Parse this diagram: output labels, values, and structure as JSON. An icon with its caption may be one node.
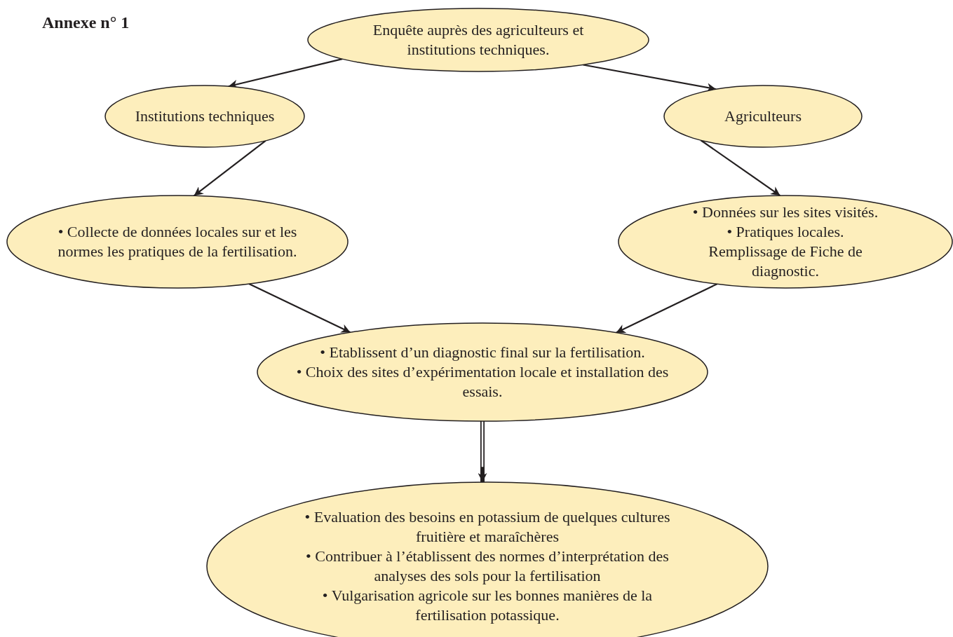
{
  "diagram": {
    "title": "Annexe n° 1",
    "nodes": [
      {
        "text": [
          "Enquête auprès des agriculteurs et institutions techniques."
        ]
      },
      {
        "text": [
          "Institutions techniques"
        ]
      },
      {
        "text": [
          "Agriculteurs"
        ]
      },
      {
        "text": [
          "• Collecte de données locales sur et les normes les pratiques de la fertilisation."
        ]
      },
      {
        "text": [
          "• Données sur les sites visités.",
          "• Pratiques locales.",
          "Remplissage de Fiche de diagnostic."
        ]
      },
      {
        "text": [
          "• Etablissent d’un diagnostic final sur la fertilisation.",
          "• Choix des sites d’expérimentation locale et installation des essais."
        ]
      },
      {
        "text": [
          "• Evaluation des besoins en potassium de quelques cultures fruitière et maraîchères",
          "• Contribuer à l’établissent des normes d’interprétation des analyses des sols pour la fertilisation",
          "• Vulgarisation agricole sur les bonnes manières de la fertilisation potassique."
        ]
      }
    ],
    "edges": [
      {
        "from": 0,
        "to": 1,
        "arrow": "to"
      },
      {
        "from": 0,
        "to": 2,
        "arrow": "to"
      },
      {
        "from": 1,
        "to": 3,
        "arrow": "to"
      },
      {
        "from": 2,
        "to": 4,
        "arrow": "to"
      },
      {
        "from": 3,
        "to": 5,
        "arrow": "to"
      },
      {
        "from": 4,
        "to": 5,
        "arrow": "to"
      },
      {
        "from": 5,
        "to": 6,
        "arrow": "to",
        "style": "thick"
      }
    ]
  }
}
